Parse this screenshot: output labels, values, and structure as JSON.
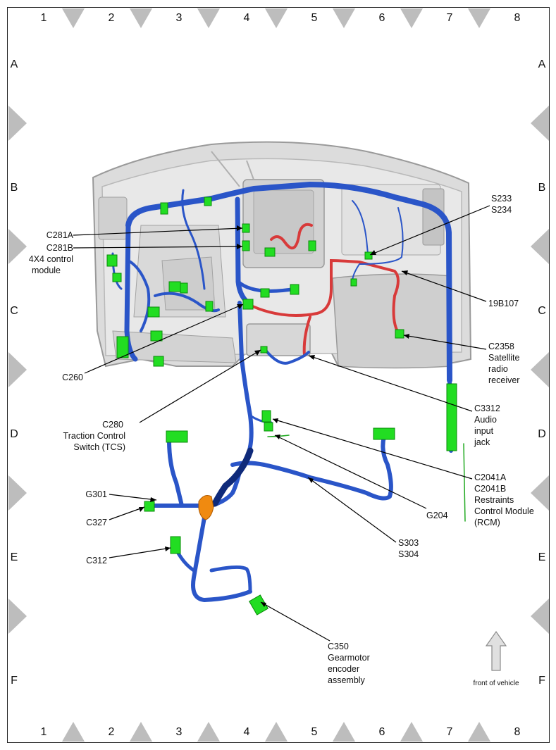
{
  "grid": {
    "columns": [
      "1",
      "2",
      "3",
      "4",
      "5",
      "6",
      "7",
      "8"
    ],
    "rows": [
      "A",
      "B",
      "C",
      "D",
      "E",
      "F"
    ]
  },
  "labels": {
    "c281a": "C281A",
    "c281b": "C281B",
    "c281b_line2": "4X4 control",
    "c281b_line3": "module",
    "c260": "C260",
    "c280": "C280",
    "c280_line2": "Traction Control",
    "c280_line3": "Switch (TCS)",
    "g301": "G301",
    "c327": "C327",
    "c312": "C312",
    "s233": "S233",
    "s234": "S234",
    "w19b107": "19B107",
    "c2358": "C2358",
    "c2358_line2": "Satellite",
    "c2358_line3": "radio",
    "c2358_line4": "receiver",
    "c3312": "C3312",
    "c3312_line2": "Audio",
    "c3312_line3": "input",
    "c3312_line4": "jack",
    "c2041a": "C2041A",
    "c2041b": "C2041B",
    "c2041b_line2": "Restraints",
    "c2041b_line3": "Control Module",
    "c2041b_line4": "(RCM)",
    "g204": "G204",
    "s303": "S303",
    "s304": "S304",
    "c350": "C350",
    "c350_line2": "Gearmotor",
    "c350_line3": "encoder",
    "c350_line4": "assembly",
    "front_of_vehicle": "front of vehicle"
  },
  "colors": {
    "harness_blue": "#2a55c8",
    "harness_dark": "#0f2a7a",
    "harness_red": "#d83a3a",
    "connector_green": "#22dd22",
    "splice_orange": "#f08a10",
    "dash_gray": "#d4d4d4",
    "marker_gray": "#bdbdbd"
  }
}
